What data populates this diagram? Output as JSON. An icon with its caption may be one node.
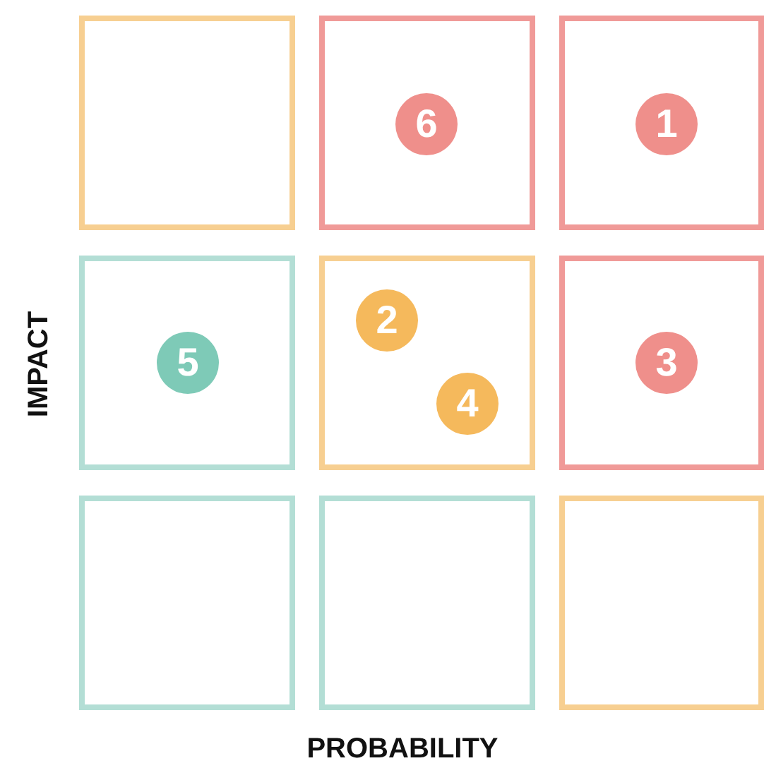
{
  "diagram": {
    "nodes": [
      {
        "text": [],
        "shape": "box"
      },
      {
        "text": [],
        "shape": "box"
      },
      {
        "text": [
          "6"
        ],
        "in": 1
      },
      {
        "text": [],
        "shape": "box"
      },
      {
        "text": [
          "1"
        ],
        "in": 3
      },
      {
        "text": [],
        "shape": "box"
      },
      {
        "text": [
          "5"
        ],
        "in": 5
      },
      {
        "text": [],
        "shape": "box"
      },
      {
        "text": [
          "2"
        ],
        "in": 7
      },
      {
        "text": [
          "4"
        ],
        "in": 7
      },
      {
        "text": [],
        "shape": "box"
      },
      {
        "text": [
          "3"
        ],
        "in": 10
      },
      {
        "text": [],
        "shape": "box"
      },
      {
        "text": [],
        "shape": "box"
      },
      {
        "text": [],
        "shape": "box"
      }
    ],
    "edges": [],
    "labels": [
      "IMPACT",
      "PROBABILITY"
    ]
  }
}
